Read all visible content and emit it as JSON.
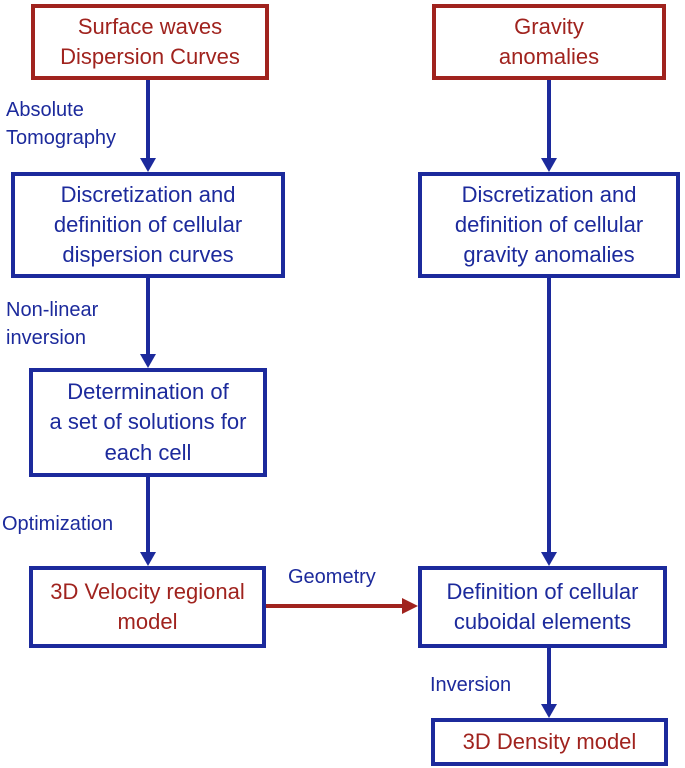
{
  "colors": {
    "blue": "#1c2a9c",
    "red": "#a0231e",
    "background": "#ffffff"
  },
  "boxes": {
    "surface_waves": "Surface waves\nDispersion Curves",
    "gravity": "Gravity\nanomalies",
    "disc_dispersion": "Discretization and\ndefinition of cellular\ndispersion curves",
    "disc_gravity": "Discretization and\ndefinition of cellular\ngravity anomalies",
    "determination": "Determination of\na set of solutions for\neach cell",
    "velocity_model": "3D Velocity regional\nmodel",
    "cuboidal": "Definition of cellular\ncuboidal elements",
    "density_model": "3D Density model"
  },
  "edges": {
    "absolute_tomography": "Absolute\nTomography",
    "nonlinear_inversion": "Non-linear\ninversion",
    "optimization": "Optimization",
    "geometry": "Geometry",
    "inversion": "Inversion"
  }
}
